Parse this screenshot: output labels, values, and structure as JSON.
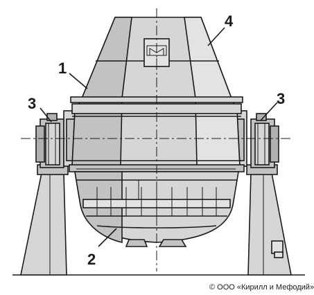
{
  "diagram": {
    "callouts": [
      {
        "id": "1",
        "text": "1"
      },
      {
        "id": "2",
        "text": "2"
      },
      {
        "id": "3-left",
        "text": "3"
      },
      {
        "id": "3-right",
        "text": "3"
      },
      {
        "id": "4",
        "text": "4"
      }
    ],
    "copyright": "© ООО «Кирилл и Мефодий»"
  },
  "colors": {
    "line": "#1a1a1a",
    "fill_light": "#d6d6d6",
    "fill_mid": "#c2c2c2",
    "fill_dark": "#b0b0b0",
    "background": "#ffffff"
  }
}
